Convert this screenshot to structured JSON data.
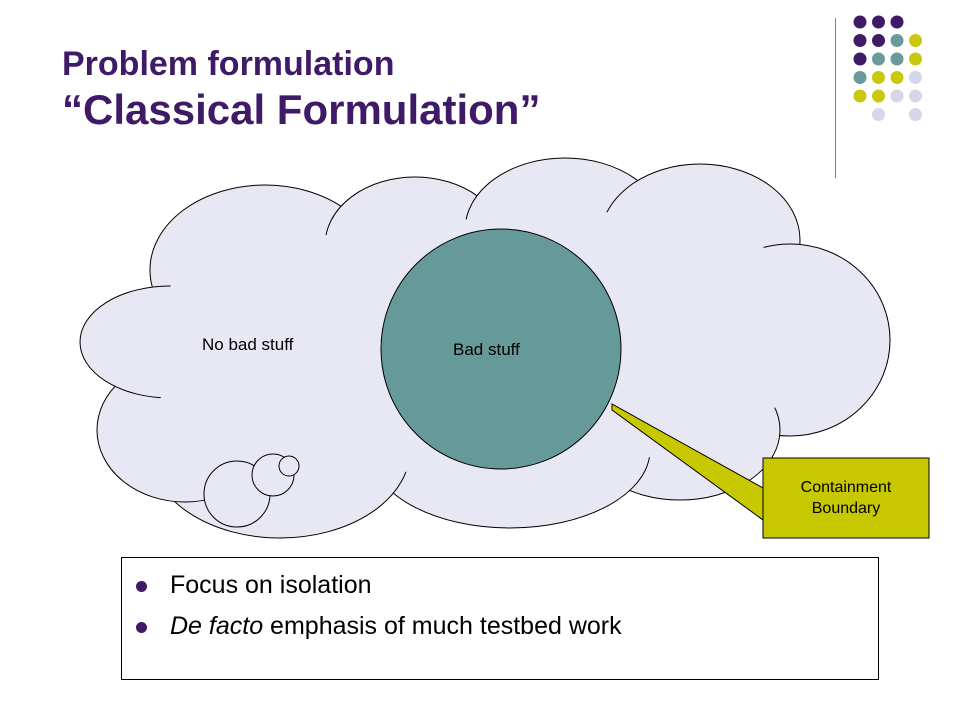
{
  "slide": {
    "title_line1": "Problem formulation",
    "title_line2": "“Classical Formulation”"
  },
  "diagram": {
    "outer_region_label": "No bad stuff",
    "inner_region_label": "Bad stuff",
    "callout_line1": "Containment",
    "callout_line2": "Boundary"
  },
  "bullets": [
    {
      "text": "Focus on isolation"
    },
    {
      "italic": "De facto",
      "text": " emphasis of much testbed work"
    }
  ],
  "colors": {
    "title": "#3f1a66",
    "cloud_fill": "#e8e8f4",
    "circle_fill": "#669999",
    "callout_fill": "#c8c800",
    "bullet": "#3f1a66",
    "dot_purple": "#3f1a66",
    "dot_teal": "#6a9a9b",
    "dot_olive": "#c8c80e",
    "dot_lavender": "#d6d6ea"
  },
  "decoration": {
    "dot_grid_colors": [
      [
        "purple",
        "purple",
        "purple",
        null,
        null
      ],
      [
        "purple",
        "purple",
        "teal",
        "olive",
        null
      ],
      [
        "purple",
        "teal",
        "teal",
        "olive",
        null
      ],
      [
        "teal",
        "olive",
        "olive",
        "lavender",
        null
      ],
      [
        "olive",
        "olive",
        "lavender",
        "lavender",
        null
      ],
      [
        null,
        "lavender",
        null,
        "lavender",
        null
      ]
    ]
  }
}
